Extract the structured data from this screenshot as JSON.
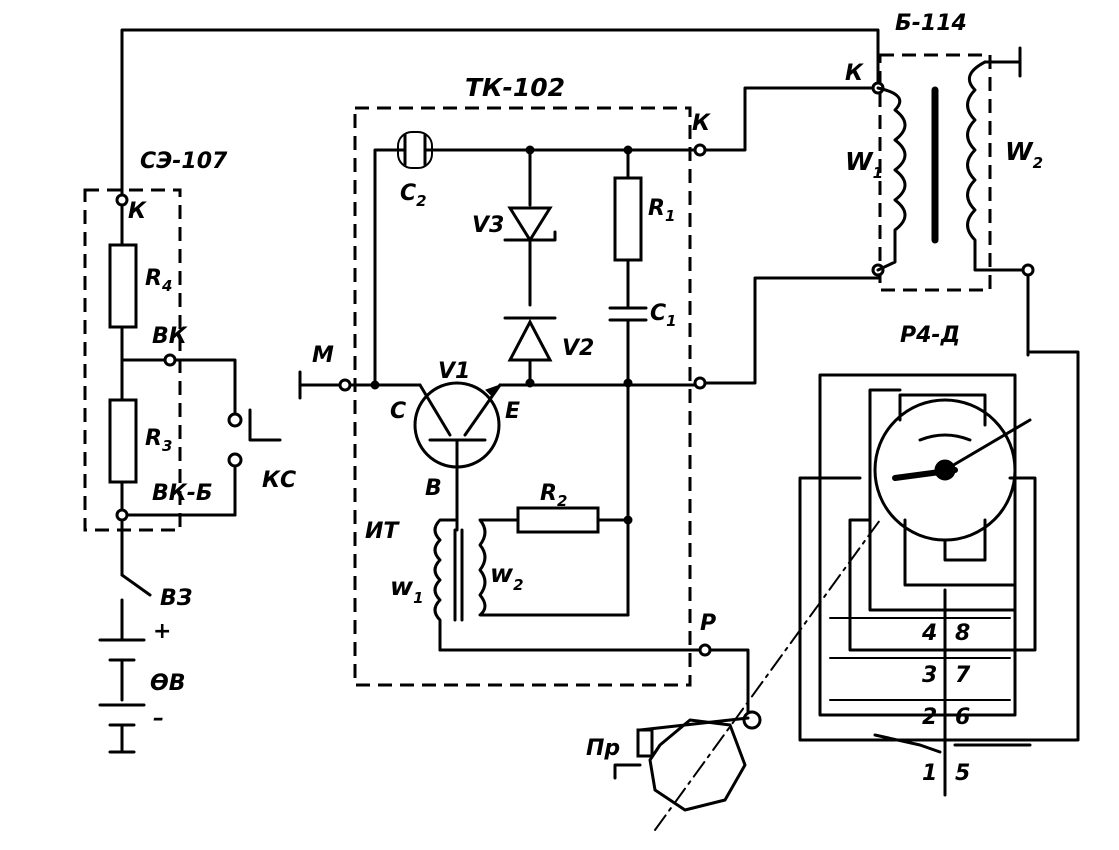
{
  "blocks": {
    "ignition_coil": "Б-114",
    "switch_unit": "ТК-102",
    "resistor_unit": "СЭ-107",
    "distributor": "Р4-Д"
  },
  "terminals": {
    "coil_k": "К",
    "switch_k": "К",
    "se_k": "К",
    "vk": "ВК",
    "vk_b": "ВК-Б",
    "m": "М",
    "p": "Р"
  },
  "components": {
    "c2": "C",
    "c2_sub": "2",
    "r1": "R",
    "r1_sub": "1",
    "c1": "C",
    "c1_sub": "1",
    "r2": "R",
    "r2_sub": "2",
    "r3": "R",
    "r3_sub": "3",
    "r4": "R",
    "r4_sub": "4",
    "w1_coil": "W",
    "w1_coil_sub": "1",
    "w2_coil": "W",
    "w2_coil_sub": "2",
    "w1_it": "w",
    "w1_it_sub": "1",
    "w2_it": "w",
    "w2_it_sub": "2",
    "v1": "V1",
    "v2": "V2",
    "v3": "V3",
    "c_pin": "C",
    "e_pin": "E",
    "b_pin": "В",
    "it": "ИТ",
    "ks": "КС",
    "vz": "ВЗ",
    "battery": "ӨВ",
    "plus": "+",
    "minus": "–",
    "pr": "Пр"
  },
  "distributor_numbers": [
    "4",
    "8",
    "3",
    "7",
    "2",
    "6",
    "1",
    "5"
  ]
}
